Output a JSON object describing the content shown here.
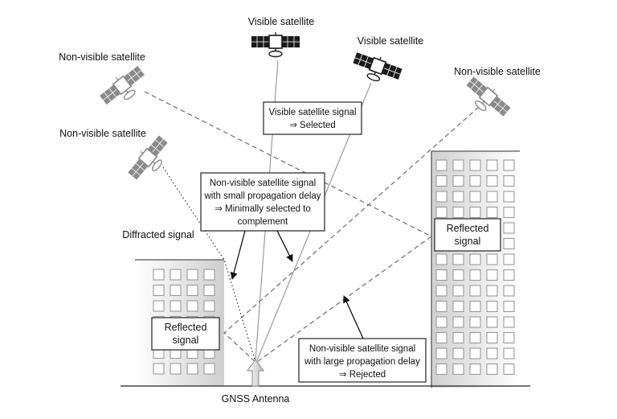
{
  "labels": {
    "visible_sat_1": "Visible satellite",
    "visible_sat_2": "Visible satellite",
    "nonvisible_sat_1": "Non-visible satellite",
    "nonvisible_sat_2": "Non-visible satellite",
    "nonvisible_sat_3": "Non-visible satellite",
    "diffracted": "Diffracted signal",
    "antenna": "GNSS Antenna"
  },
  "boxes": {
    "visible_signal": [
      "Visible satellite signal",
      "⇒ Selected"
    ],
    "small_delay": [
      "Non-visible satellite signal",
      "with small propagation delay",
      "⇒ Minimally selected to",
      "complement"
    ],
    "large_delay": [
      "Non-visible satellite signal",
      "with large propagation delay",
      "⇒ Rejected"
    ],
    "reflected_left": [
      "Reflected",
      "signal"
    ],
    "reflected_right": [
      "Reflected",
      "signal"
    ]
  },
  "icons": {
    "satellite": "satellite-icon",
    "antenna": "antenna-icon",
    "building": "building-icon"
  }
}
